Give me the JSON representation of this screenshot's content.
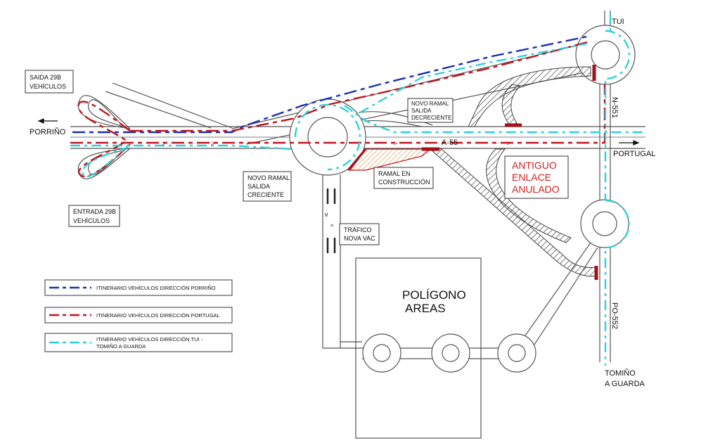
{
  "places": {
    "tui": "TUI",
    "porrino": "PORRIÑO",
    "portugal": "PORTUGAL",
    "tomino_line1": "TOMIÑO",
    "tomino_line2": "A GUARDA"
  },
  "roads": {
    "a55": "A-55",
    "n551": "N-551",
    "po552": "PO-552"
  },
  "boxes": {
    "saida_line1": "SAIDA 29B",
    "saida_line2": "VEHÍCULOS",
    "entrada_line1": "ENTRADA 29B",
    "entrada_line2": "VEHÍCULOS",
    "ramal_creciente_line1": "NOVO RAMAL",
    "ramal_creciente_line2": "SALIDA",
    "ramal_creciente_line3": "CRECIENTE",
    "ramal_decreciente_line1": "NOVO RAMAL",
    "ramal_decreciente_line2": "SALIDA",
    "ramal_decreciente_line3": "DECRECIENTE",
    "ramal_construccion_line1": "RAMAL EN",
    "ramal_construccion_line2": "CONSTRUCCIÓN",
    "trafico_line1": "TRÁFICO",
    "trafico_line2": "NOVA VAC",
    "antiguo_line1": "ANTIGUO",
    "antiguo_line2": "ENLACE",
    "antiguo_line3": "ANULADO",
    "poligono_line1": "POLÍGONO",
    "poligono_line2": "AREAS"
  },
  "legend": [
    {
      "label": "ITINERARIO VEHÍCULOS DIRECCIÓN PORRIÑO",
      "color": "#1a2fb5"
    },
    {
      "label": "ITINERARIO VEHÍCULOS DIRECCIÓN PORTUGAL",
      "color": "#c0141c"
    },
    {
      "label_line1": "ITINERARIO VEHÍCULOS DIRECCIÓN TUI -",
      "label_line2": "TOMIÑO A GUARDA",
      "color": "#2ed0d8"
    }
  ],
  "colors": {
    "road": "#555555",
    "blue_route": "#1a2fb5",
    "red_route": "#c0141c",
    "cyan_route": "#2ed0d8",
    "annulled_text": "#d21f1f",
    "construction": "#e8a060"
  }
}
